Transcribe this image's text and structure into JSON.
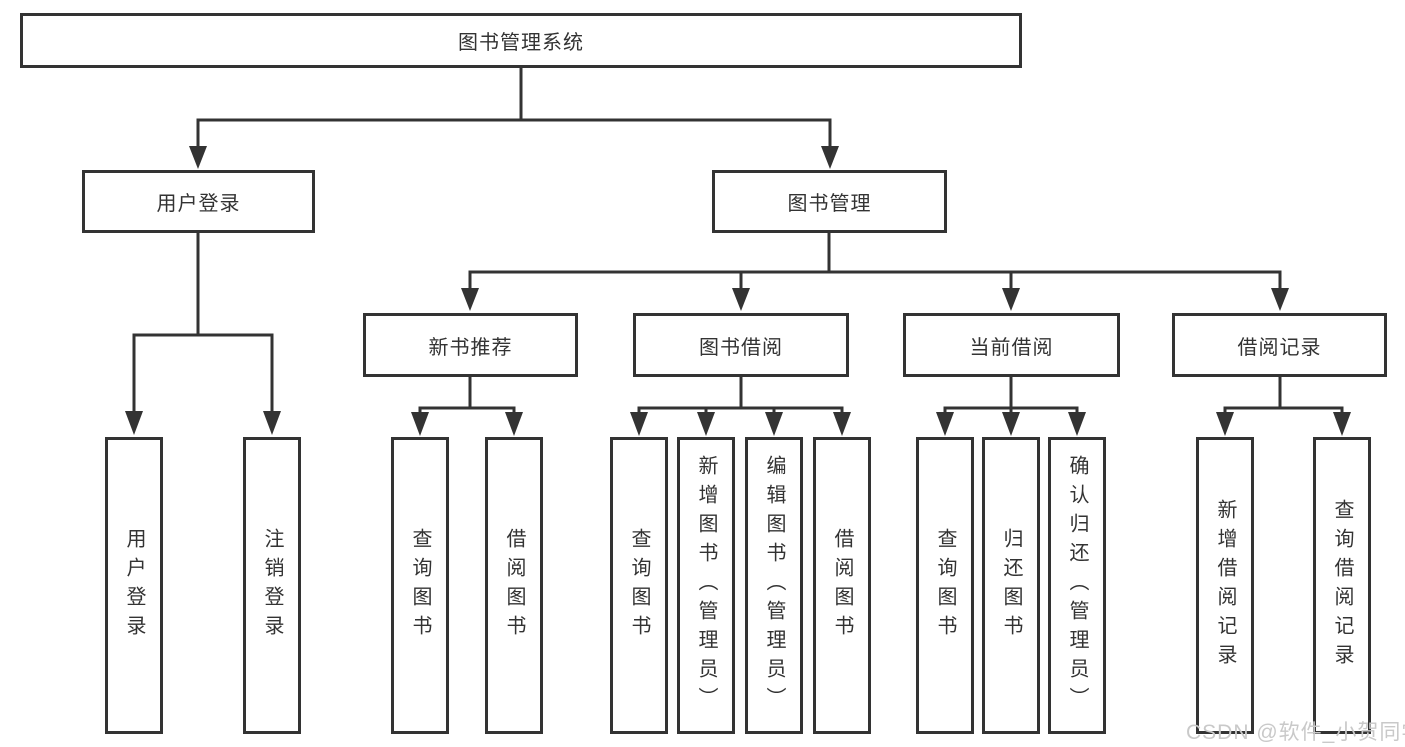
{
  "diagram": {
    "root": {
      "label": "图书管理系统"
    },
    "branches": [
      {
        "label": "用户登录",
        "leaves": [
          {
            "label": "用户登录"
          },
          {
            "label": "注销登录"
          }
        ]
      },
      {
        "label": "图书管理",
        "sections": [
          {
            "label": "新书推荐",
            "leaves": [
              {
                "label": "查询图书"
              },
              {
                "label": "借阅图书"
              }
            ]
          },
          {
            "label": "图书借阅",
            "leaves": [
              {
                "label": "查询图书"
              },
              {
                "label": "新增图书（管理员）"
              },
              {
                "label": "编辑图书（管理员）"
              },
              {
                "label": "借阅图书"
              }
            ]
          },
          {
            "label": "当前借阅",
            "leaves": [
              {
                "label": "查询图书"
              },
              {
                "label": "归还图书"
              },
              {
                "label": "确认归还（管理员）"
              }
            ]
          },
          {
            "label": "借阅记录",
            "leaves": [
              {
                "label": "新增借阅记录"
              },
              {
                "label": "查询借阅记录"
              }
            ]
          }
        ]
      }
    ]
  },
  "watermark": {
    "text": "CSDN @软件_小贺同学"
  },
  "colors": {
    "line": "#333333",
    "text": "#333333",
    "watermark": "#c9c9c9",
    "background": "#ffffff"
  }
}
